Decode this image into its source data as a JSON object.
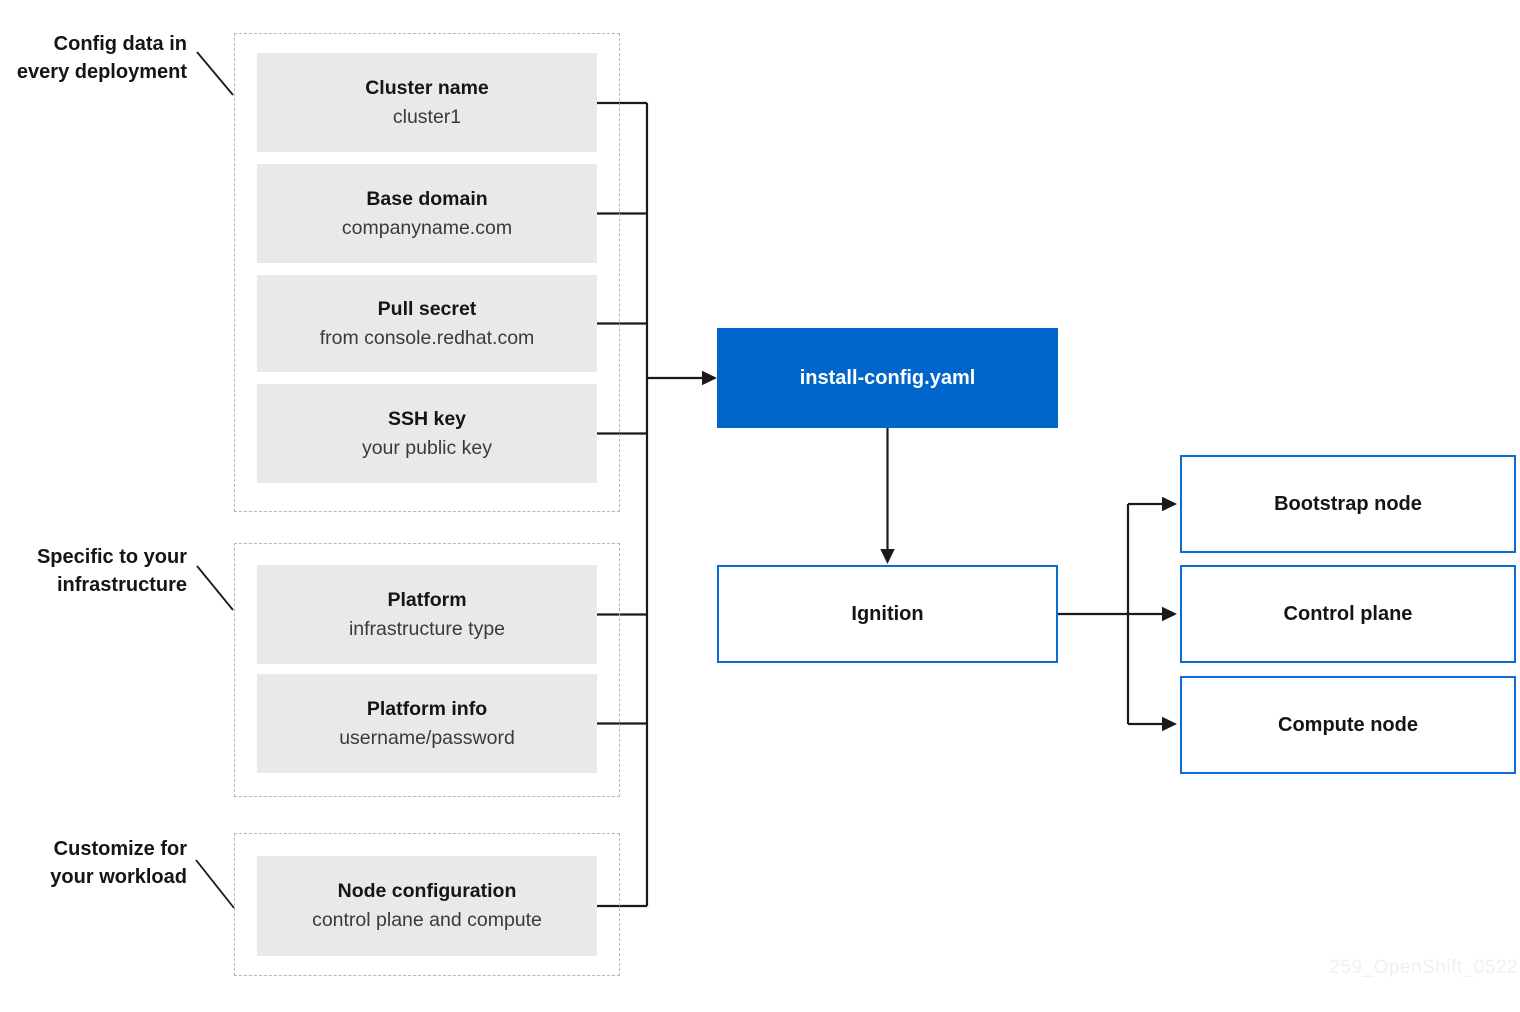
{
  "colors": {
    "blue_fill": "#0066cc",
    "blue_border": "#0d6dd8",
    "box_gray": "#e9e9e9",
    "dash_gray": "#b7b7b7",
    "line_ink": "#1a1a1a",
    "title_ink": "#151515",
    "subtitle_ink": "#3a3a3a",
    "watermark_ink": "#eff1f1"
  },
  "groups": [
    {
      "annotation": {
        "line1": "Config data in",
        "line2": "every deployment"
      },
      "boxes": [
        {
          "title": "Cluster name",
          "subtitle": "cluster1"
        },
        {
          "title": "Base domain",
          "subtitle": "companyname.com"
        },
        {
          "title": "Pull secret",
          "subtitle": "from console.redhat.com"
        },
        {
          "title": "SSH key",
          "subtitle": "your public key"
        }
      ]
    },
    {
      "annotation": {
        "line1": "Specific to your",
        "line2": "infrastructure"
      },
      "boxes": [
        {
          "title": "Platform",
          "subtitle": "infrastructure type"
        },
        {
          "title": "Platform info",
          "subtitle": "username/password"
        }
      ]
    },
    {
      "annotation": {
        "line1": "Customize for",
        "line2": "your workload"
      },
      "boxes": [
        {
          "title": "Node configuration",
          "subtitle": "control plane and compute"
        }
      ]
    }
  ],
  "flow": {
    "install_config": "install-config.yaml",
    "ignition": "Ignition",
    "nodes": [
      {
        "label": "Bootstrap node"
      },
      {
        "label": "Control plane"
      },
      {
        "label": "Compute node"
      }
    ]
  },
  "watermark": "259_OpenShift_0522"
}
